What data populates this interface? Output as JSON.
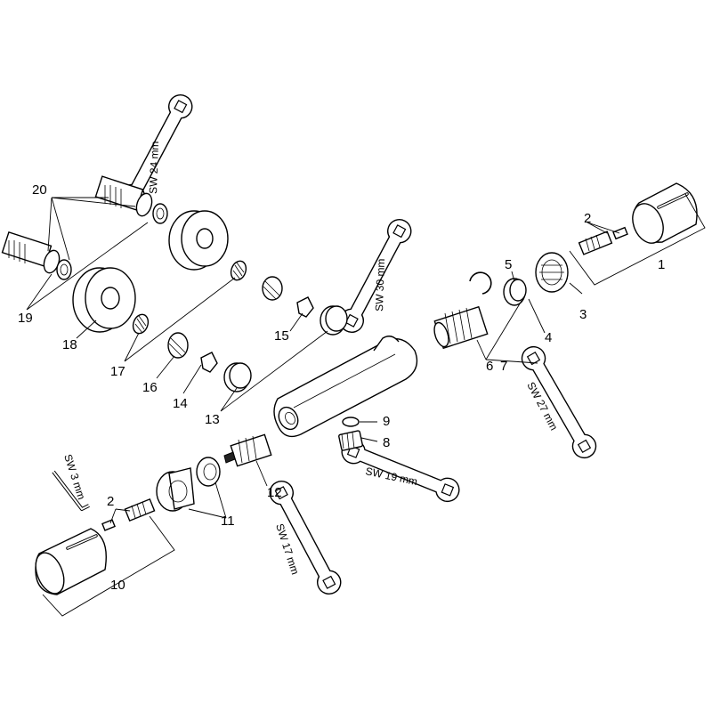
{
  "labels": {
    "p1": "1",
    "p2a": "2",
    "p2b": "2",
    "p3": "3",
    "p4": "4",
    "p5": "5",
    "p6": "6",
    "p7": "7",
    "p8": "8",
    "p9": "9",
    "p10": "10",
    "p11": "11",
    "p12": "12",
    "p13": "13",
    "p14": "14",
    "p15": "15",
    "p16": "16",
    "p17": "17",
    "p18": "18",
    "p19": "19",
    "p20": "20"
  },
  "wrench_sizes": {
    "sw24": "SW 24 mm",
    "sw30": "SW 30 mm",
    "sw27": "SW 27 mm",
    "sw19": "SW 19 mm",
    "sw17": "SW 17 mm",
    "sw3": "SW 3 mm"
  }
}
